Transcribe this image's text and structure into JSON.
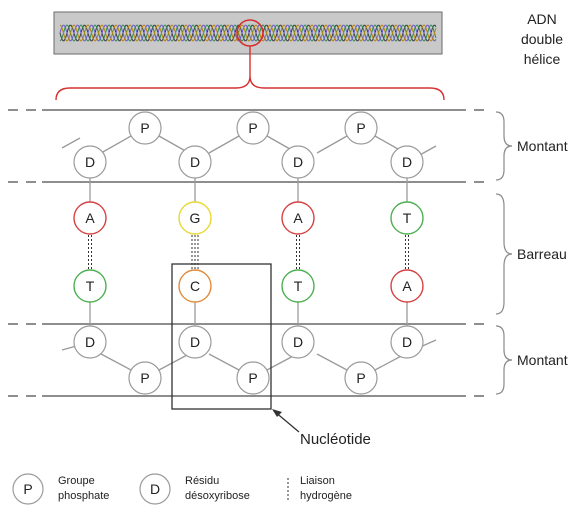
{
  "title": {
    "lines": [
      "ADN",
      "double",
      "hélice"
    ]
  },
  "symbols": {
    "phosphate": "P",
    "sugar": "D"
  },
  "labels": {
    "strand_top": "Montant",
    "rung": "Barreau",
    "strand_bottom": "Montant",
    "nucleotide": "Nucléotide"
  },
  "rungs": [
    {
      "top": "A",
      "bottom": "T",
      "top_color": "#d64040",
      "bottom_color": "#4caf50",
      "bonds": 2
    },
    {
      "top": "G",
      "bottom": "C",
      "top_color": "#e8d830",
      "bottom_color": "#e08a3a",
      "bonds": 3
    },
    {
      "top": "A",
      "bottom": "T",
      "top_color": "#d64040",
      "bottom_color": "#4caf50",
      "bonds": 2
    },
    {
      "top": "T",
      "bottom": "A",
      "top_color": "#4caf50",
      "bottom_color": "#d64040",
      "bonds": 2
    }
  ],
  "legend": {
    "phosphate": {
      "symbol": "P",
      "line1": "Groupe",
      "line2": "phosphate"
    },
    "sugar": {
      "symbol": "D",
      "line1": "Résidu",
      "line2": "désoxyribose"
    },
    "hbond": {
      "line1": "Liaison",
      "line2": "hydrogène"
    }
  },
  "colors": {
    "highlight": "#d63030",
    "node_stroke": "#9a9a9a",
    "line": "#4a4a4a",
    "helix_bg": "#c9c9c9"
  }
}
